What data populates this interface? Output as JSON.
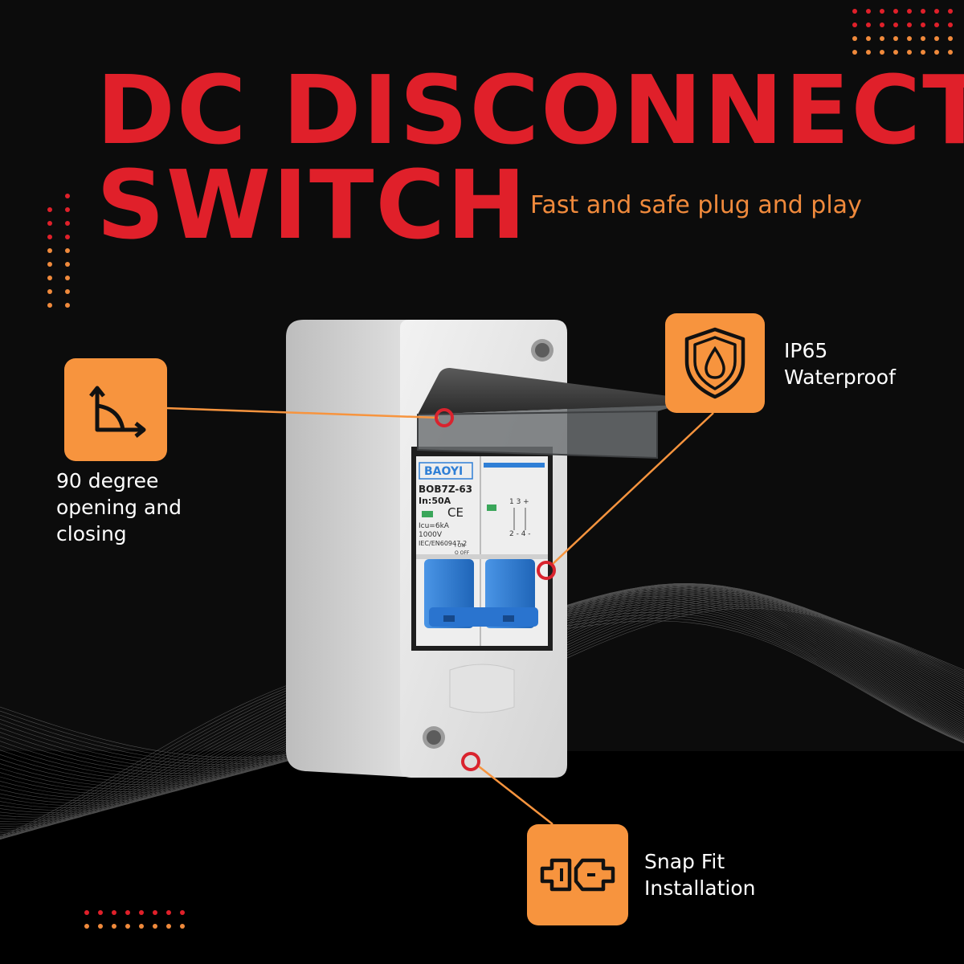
{
  "title": {
    "line1": "DC DISCONNECT",
    "line2": "SWITCH"
  },
  "tagline": "Fast and safe plug and play",
  "features": [
    {
      "lines": [
        "90 degree",
        "opening and",
        "closing"
      ],
      "icon": "right-angle-icon"
    },
    {
      "lines": [
        "IP65",
        "Waterproof"
      ],
      "icon": "shield-water-drop-icon"
    },
    {
      "lines": [
        "Snap Fit",
        "Installation"
      ],
      "icon": "snap-connector-icon"
    }
  ],
  "device": {
    "brand": "BAOYI",
    "model": "BOB7Z-63",
    "rating": "In:50A",
    "ce_mark": "CE",
    "icu": "Icu=6kA",
    "voltage": "1000V",
    "standard": "IEC/EN60947-2",
    "on_label": "I ON",
    "off_label": "O OFF",
    "terminal_top": "1  3 +",
    "terminal_bottom": "2 - 4 -"
  },
  "colors": {
    "background": "#0c0c0c",
    "title": "#e0202a",
    "accent_orange": "#f7943e",
    "tagline": "#f08a3c",
    "marker_red": "#d9232e",
    "breaker_blue": "#2f7fd6",
    "enclosure": "#e6e6e6"
  }
}
